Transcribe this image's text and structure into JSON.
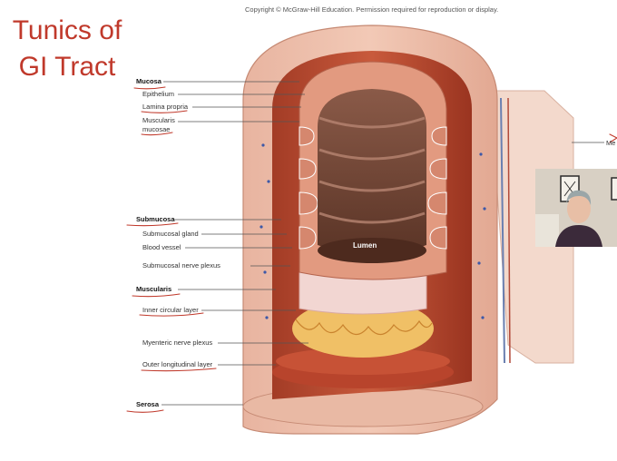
{
  "slide_title_line1": "Tunics of",
  "slide_title_line2": "GI Tract",
  "copyright": "Copyright © McGraw-Hill Education. Permission required for reproduction or display.",
  "labels": {
    "mucosa": "Mucosa",
    "epithelium": "Epithelium",
    "lamina_propria": "Lamina propria",
    "muscularis_mucosae_1": "Muscularis",
    "muscularis_mucosae_2": "mucosae",
    "submucosa": "Submucosa",
    "submucosal_gland": "Submucosal gland",
    "blood_vessel": "Blood vessel",
    "submucosal_nerve_plexus": "Submucosal nerve plexus",
    "muscularis": "Muscularis",
    "inner_circular_layer": "Inner circular layer",
    "myenteric_nerve_plexus": "Myenteric nerve plexus",
    "outer_longitudinal_layer": "Outer longitudinal layer",
    "serosa": "Serosa",
    "lumen": "Lumen",
    "mesentery_partial": "Me"
  },
  "colors": {
    "title": "#c0392b",
    "annotation": "#c0392b"
  }
}
